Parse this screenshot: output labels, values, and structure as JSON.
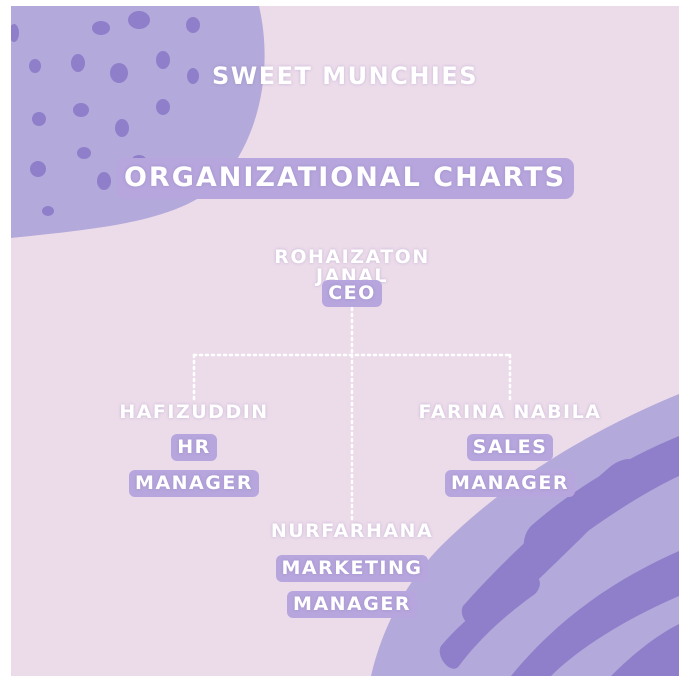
{
  "header": {
    "brand": "SWEET MUNCHIES",
    "title": "ORGANIZATIONAL CHARTS"
  },
  "org": {
    "ceo": {
      "name": "ROHAIZATON JANAL",
      "role": "CEO"
    },
    "hr": {
      "name": "HAFIZUDDIN",
      "role_line1": "HR",
      "role_line2": "MANAGER"
    },
    "sales": {
      "name": "FARINA NABILA",
      "role_line1": "SALES",
      "role_line2": "MANAGER"
    },
    "marketing": {
      "name": "NURFARHANA",
      "role_line1": "MARKETING",
      "role_line2": "MANAGER"
    }
  },
  "colors": {
    "background": "#ecdcea",
    "blob_light": "#b3a9da",
    "blob_dark": "#8f7fcb",
    "label_highlight": "#b7a6dd",
    "text": "#ffffff",
    "connector": "#ffffff"
  }
}
